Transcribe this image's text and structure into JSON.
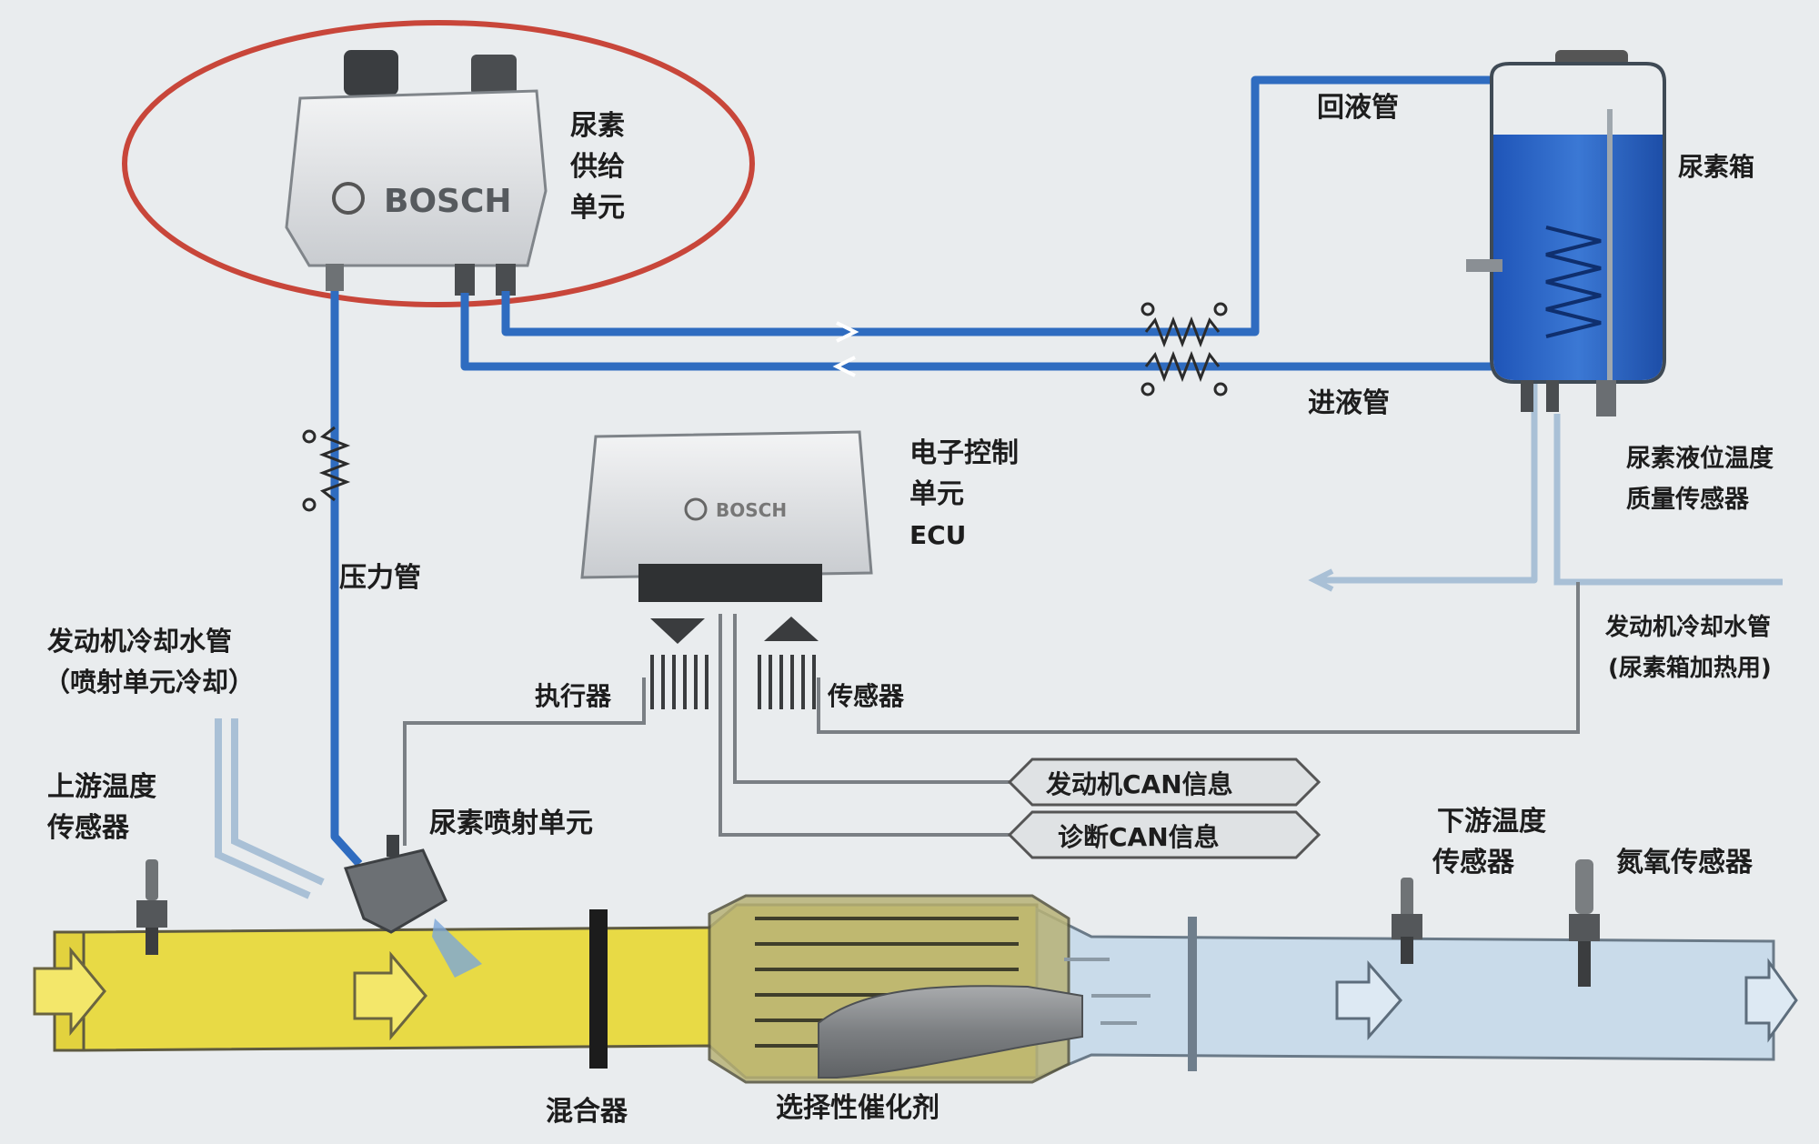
{
  "labels": {
    "supply_unit": [
      "尿素",
      "供给",
      "单元"
    ],
    "return_line": "回液管",
    "tank": "尿素箱",
    "feed_line": "进液管",
    "ecu": [
      "电子控制",
      "单元",
      "ECU"
    ],
    "level_sensor": [
      "尿素液位温度",
      "质量传感器"
    ],
    "pressure_line": "压力管",
    "coolant_injector": [
      "发动机冷却水管",
      "（喷射单元冷却）"
    ],
    "coolant_tank": [
      "发动机冷却水管",
      "(尿素箱加热用)"
    ],
    "actuator": "执行器",
    "sensor": "传感器",
    "engine_can": "发动机CAN信息",
    "diag_can": "诊断CAN信息",
    "upstream_temp": [
      "上游温度",
      "传感器"
    ],
    "injector": "尿素喷射单元",
    "downstream_temp": [
      "下游温度",
      "传感器"
    ],
    "nox_sensor": "氮氧传感器",
    "mixer": "混合器",
    "catalyst": "选择性催化剂"
  },
  "brand": {
    "supply_unit": "BOSCH",
    "ecu": "BOSCH"
  },
  "colors": {
    "urea_line": "#2f6cc0",
    "exhaust_hot": "#ecdc4a",
    "exhaust_cool": "#c9dbea",
    "highlight_ring": "#c8463a",
    "coolant_line": "#a9c0d6",
    "signal_line": "#7a7f84"
  }
}
